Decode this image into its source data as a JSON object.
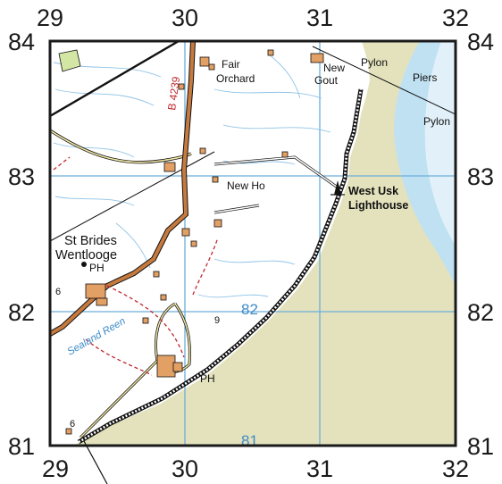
{
  "map": {
    "grid_top": [
      "29",
      "30",
      "31",
      "32"
    ],
    "grid_bottom": [
      "29",
      "30",
      "31",
      "32"
    ],
    "grid_left": [
      "84",
      "83",
      "82",
      "81"
    ],
    "grid_right": [
      "84",
      "83",
      "82",
      "81"
    ],
    "labels": {
      "fair": "Fair",
      "orchard": "Orchard",
      "new": "New",
      "gout": "Gout",
      "pylon_top": "Pylon",
      "piers": "Piers",
      "pylon_right": "Pylon",
      "new_ho": "New Ho",
      "west_usk": "West Usk",
      "lighthouse": "Lighthouse",
      "st_brides": "St Brides",
      "wentlooge": "Wentlooge",
      "ph_1": "PH",
      "ph_2": "PH",
      "road_b4239": "B 4239",
      "sealand_reen": "Sealand Reen",
      "contour_82": "82",
      "contour_81": "81",
      "spot_6a": "6",
      "spot_6b": "6",
      "spot_9": "9"
    },
    "colors": {
      "sea": "#e3e2bd",
      "land": "#ffffff",
      "gridline": "#6aaedb",
      "road": "#c77a3d",
      "river": "#bfe1f2",
      "frame": "#1a1a1a"
    }
  }
}
